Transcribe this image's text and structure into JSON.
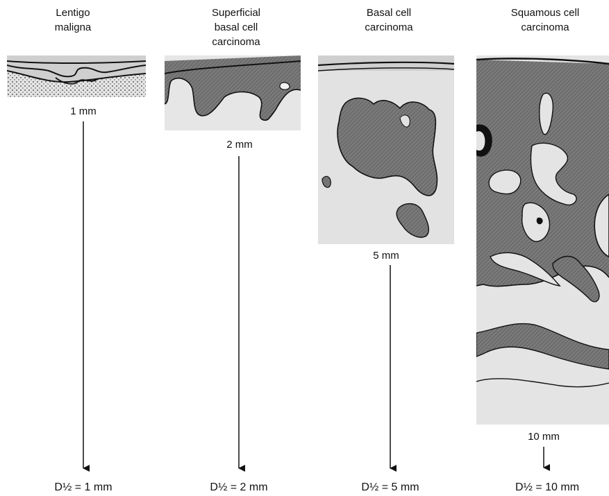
{
  "lesions": [
    {
      "title": "Lentigo\nmaligna",
      "depth": "1 mm",
      "half_depth": "D½ = 1 mm"
    },
    {
      "title": "Superficial\nbasal cell\ncarcinoma",
      "depth": "2 mm",
      "half_depth": "D½ = 2 mm"
    },
    {
      "title": "Basal cell\ncarcinoma",
      "depth": "5 mm",
      "half_depth": "D½ = 5 mm"
    },
    {
      "title": "Squamous cell\ncarcinoma",
      "depth": "10 mm",
      "half_depth": "D½ = 10 mm"
    }
  ],
  "colors": {
    "ink": "#111111",
    "tissue": "#d9d9d9",
    "tumor": "#6f6f6f",
    "stroma": "#e8e8e8"
  }
}
